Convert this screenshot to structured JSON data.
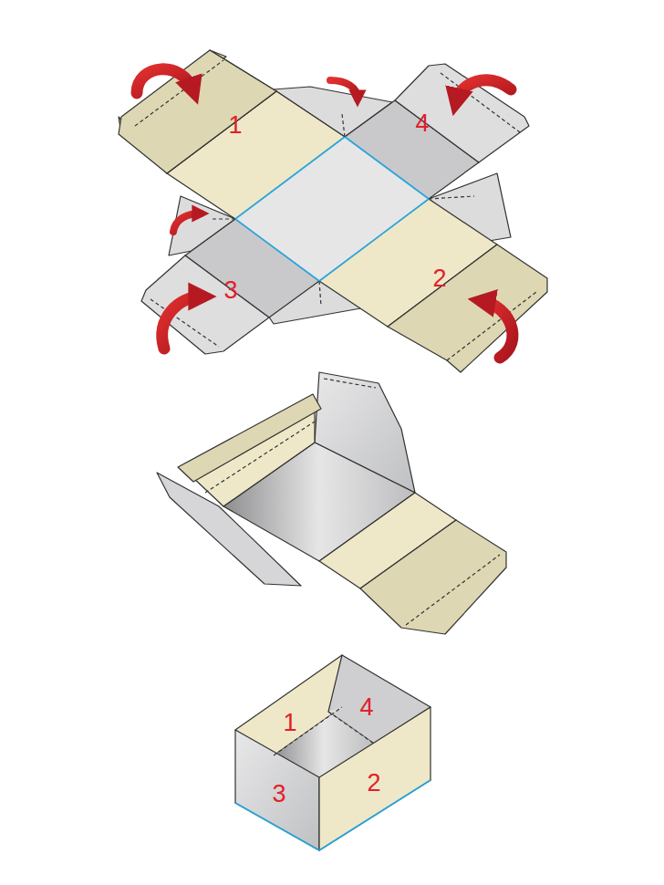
{
  "diagram": {
    "labels": [
      "1",
      "4",
      "3",
      "2",
      "1",
      "4",
      "3",
      "2"
    ]
  }
}
